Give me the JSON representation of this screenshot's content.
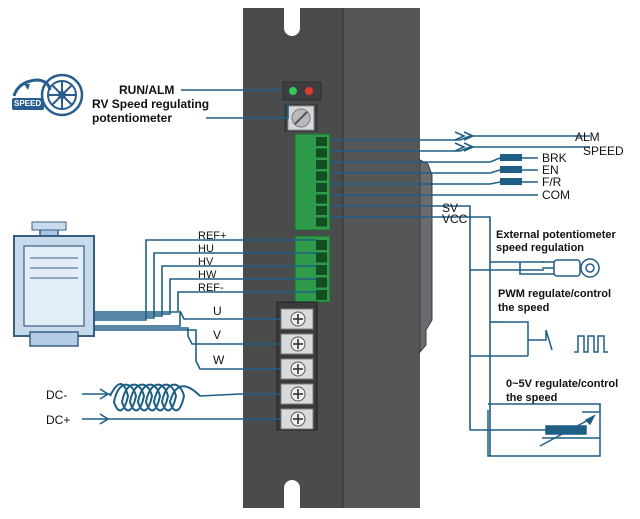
{
  "driver": {
    "body_color": "#4a4b4d",
    "terminal_color": "#2f9a4a",
    "wire_color": "#1f5f86"
  },
  "indicator": {
    "label": "RUN/ALM",
    "led_colors": [
      "#34c759",
      "#e23a2a"
    ]
  },
  "potentiometer_label": {
    "line1": "RV Speed regulating",
    "line2": "potentiometer"
  },
  "speed_logo": {
    "text": "SPEED",
    "icon": "motor-speed-icon"
  },
  "signal_terminals": {
    "outputs": [
      "ALM",
      "SPEED"
    ],
    "switch_inputs": [
      "BRK",
      "EN",
      "F/R",
      "COM"
    ],
    "speed_inputs": [
      "SV",
      "VCC"
    ]
  },
  "hall_terminals": [
    "REF+",
    "HU",
    "HV",
    "HW",
    "REF-"
  ],
  "motor_phases": [
    "U",
    "V",
    "W"
  ],
  "power": [
    "DC-",
    "DC+"
  ],
  "speed_methods": {
    "pot": {
      "line1": "External potentiometer",
      "line2": "speed regulation"
    },
    "pwm": {
      "line1": "PWM regulate/control",
      "line2": "the speed"
    },
    "voltage": {
      "line1": "0~5V regulate/control",
      "line2": "the speed"
    }
  }
}
